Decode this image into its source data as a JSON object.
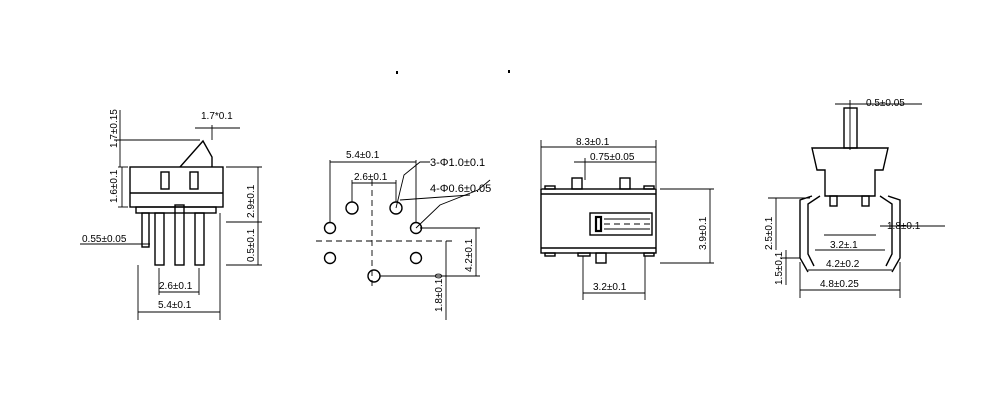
{
  "views": {
    "side": {
      "dims": {
        "lever_h": "1.7±0.15",
        "lever_w": "1.7*0.1",
        "body_h": "1.6±0.1",
        "total_h": "2.9±0.1",
        "pin_len": "0.5±0.1",
        "pin_w": "0.55±0.05",
        "pitch": "2.6±0.1",
        "width": "5.4±0.1"
      }
    },
    "footprint": {
      "dims": {
        "width": "5.4±0.1",
        "pitch": "2.6±0.1",
        "holes_small": "3-Φ1.0±0.1",
        "holes_large": "4-Φ0.6±0.05",
        "row_spacing": "4.2±0.1",
        "offset": "1.8±0.10"
      }
    },
    "top": {
      "dims": {
        "length": "8.3±0.1",
        "slot": "0.75±0.05",
        "depth": "3.9±0.1",
        "actuator": "3.2±0.1"
      }
    },
    "end": {
      "dims": {
        "shaft": "0.5±0.05",
        "leg_h": "2.5±0.1",
        "pad": "1.8±0.1",
        "inner": "3.2±.1",
        "standoff": "1.5±0.1",
        "mid": "4.2±0.2",
        "outer": "4.8±0.25"
      }
    }
  }
}
